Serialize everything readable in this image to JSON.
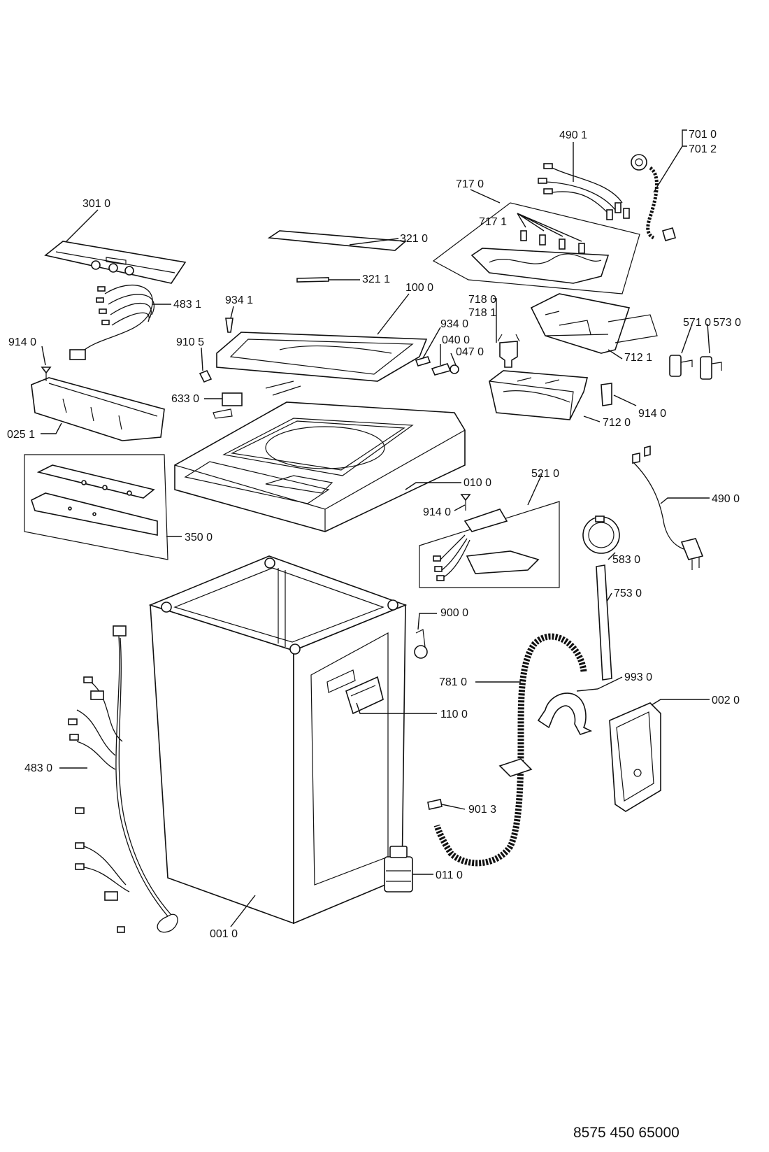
{
  "labels": {
    "l7010": "701 0",
    "l7012": "701 2",
    "l4901": "490 1",
    "l7170": "717 0",
    "l7171": "717 1",
    "l3010": "301 0",
    "l3210": "321 0",
    "l3211": "321 1",
    "l4831": "483 1",
    "l9341": "934 1",
    "l1000": "100 0",
    "l7180": "718 0",
    "l7181": "718 1",
    "l9340": "934 0",
    "l0400": "040 0",
    "l0470": "047 0",
    "l5710": "571 0",
    "l5730": "573 0",
    "l9140a": "914 0",
    "l9105": "910 5",
    "l7121": "712 1",
    "l6330": "633 0",
    "l9140b": "914 0",
    "l0251": "025 1",
    "l7120": "712 0",
    "l0100": "010 0",
    "l5210": "521 0",
    "l4900": "490 0",
    "l9140c": "914 0",
    "l3500": "350 0",
    "l5830": "583 0",
    "l7530": "753 0",
    "l9000": "900 0",
    "l7810": "781 0",
    "l9930": "993 0",
    "l1100": "110 0",
    "l0020": "002 0",
    "l4830": "483 0",
    "l9013": "901 3",
    "l0110": "011 0",
    "l0010": "001 0"
  },
  "footer": {
    "doc_id": "8575  450  65000"
  }
}
